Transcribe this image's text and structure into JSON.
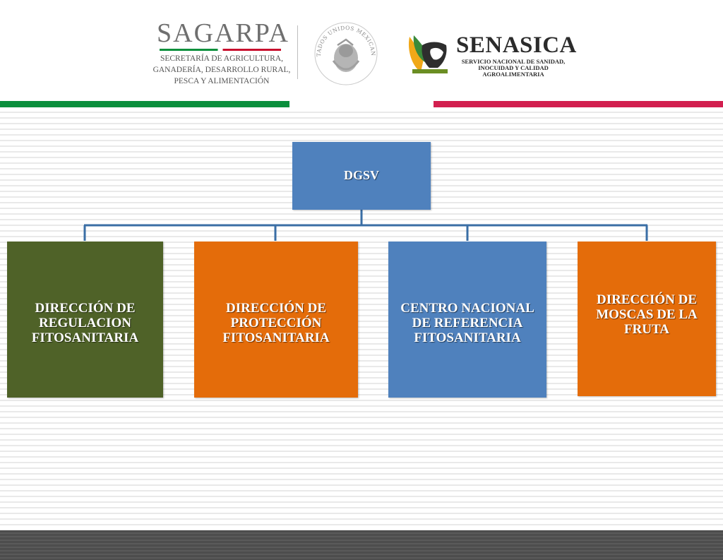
{
  "header": {
    "sagarpa": {
      "name": "SAGARPA",
      "lines": [
        "SECRETARÍA DE AGRICULTURA,",
        "GANADERÍA, DESARROLLO RURAL,",
        "PESCA Y ALIMENTACIÓN"
      ]
    },
    "seal": {
      "text": "ESTADOS UNIDOS MEXICANOS"
    },
    "senasica": {
      "name": "SENASICA",
      "lines": [
        "SERVICIO NACIONAL DE SANIDAD,",
        "INOCUIDAD Y CALIDAD",
        "AGROALIMENTARIA"
      ]
    }
  },
  "colors": {
    "green_bar": "#0a8f3c",
    "red_bar": "#d21f4f",
    "node_blue": "#4f81bd",
    "node_olive": "#4f6228",
    "node_orange": "#e46c0a",
    "connector": "#3a6ea5"
  },
  "org_chart": {
    "root": {
      "label": "DGSV"
    },
    "children": [
      {
        "label": "DIRECCIÓN DE REGULACION FITOSANITARIA"
      },
      {
        "label": "DIRECCIÓN DE PROTECCIÓN FITOSANITARIA"
      },
      {
        "label": "CENTRO NACIONAL DE REFERENCIA FITOSANITARIA"
      },
      {
        "label": "DIRECCIÓN DE MOSCAS DE LA FRUTA"
      }
    ]
  }
}
